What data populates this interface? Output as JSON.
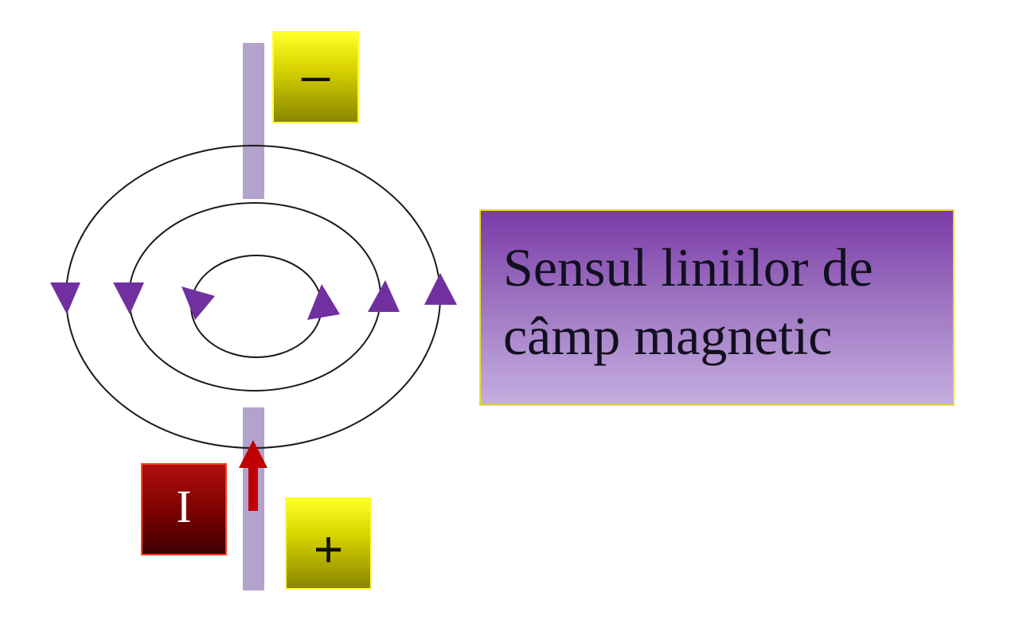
{
  "caption": {
    "line1": "Sensul liniilor de",
    "line2": "câmp magnetic"
  },
  "poles": {
    "negative": "–",
    "positive": "+"
  },
  "current": {
    "label": "I"
  },
  "colors": {
    "wire": "#b3a2cc",
    "field_line": "#1a1a1a",
    "arrow_head": "#7030a0",
    "current_arrow": "#c00000"
  },
  "icons": {
    "field_arrow": "triangle-icon",
    "current_arrow": "up-arrow-icon"
  }
}
